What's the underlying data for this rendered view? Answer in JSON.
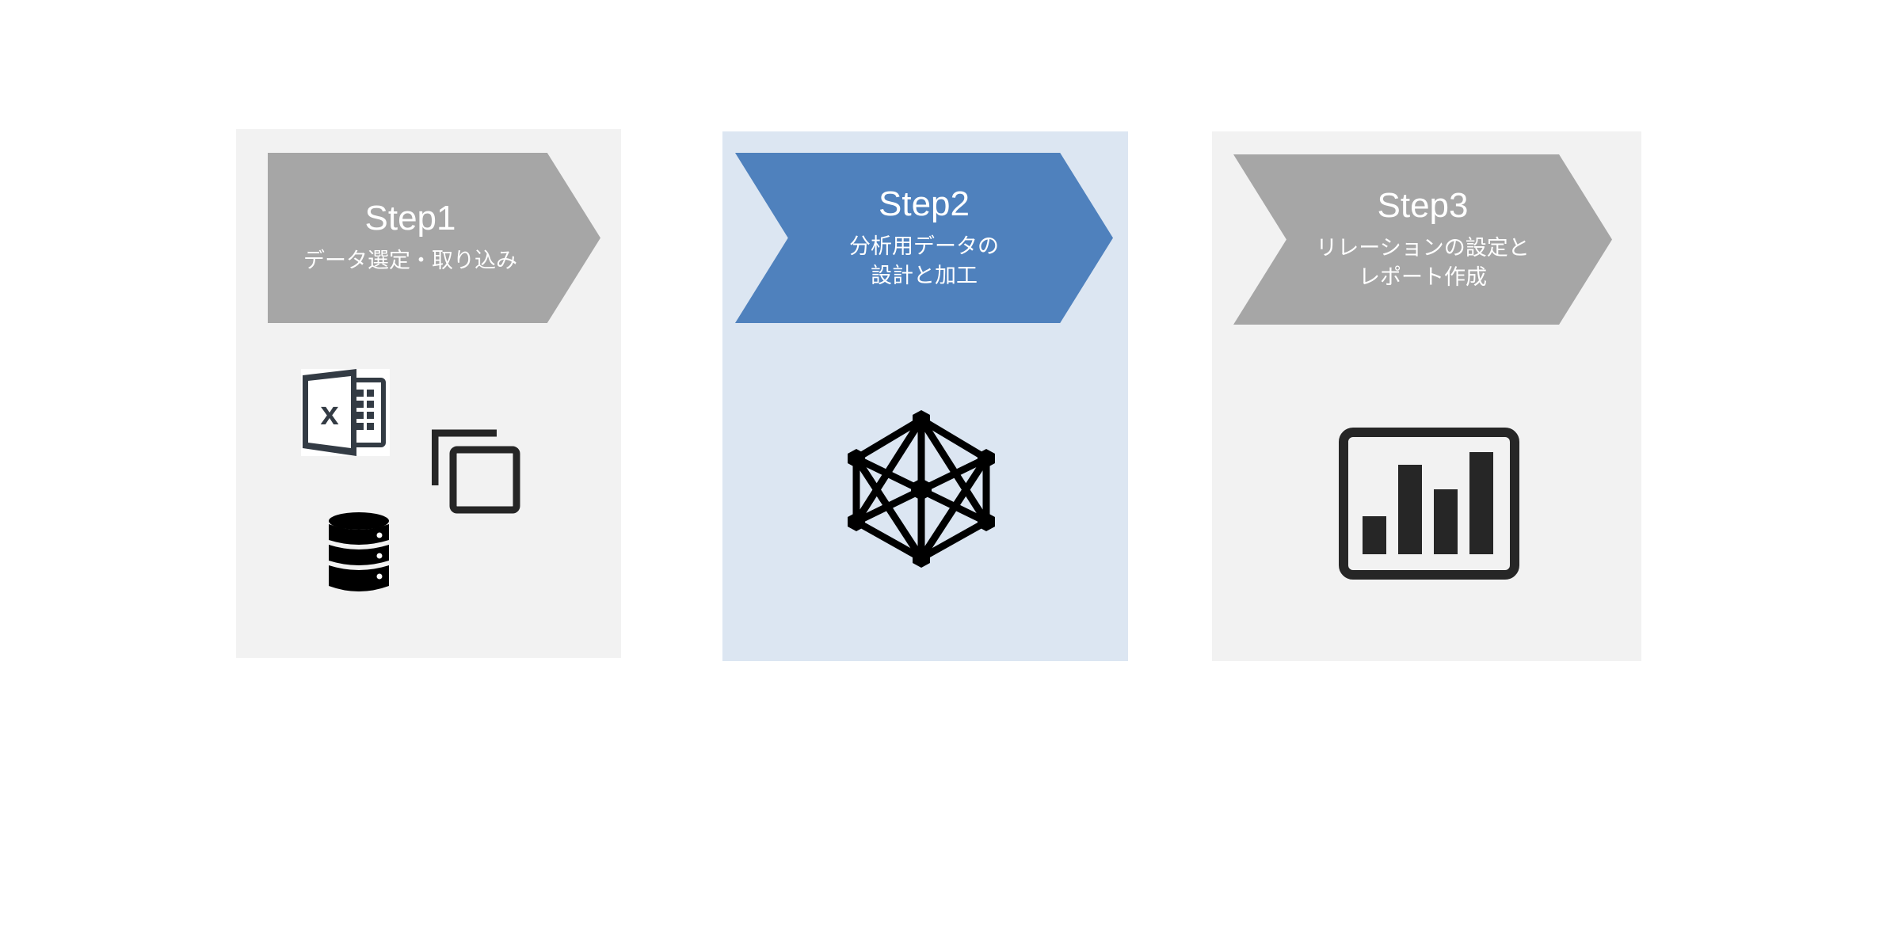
{
  "steps": [
    {
      "title": "Step1",
      "description": "データ選定・取り込み",
      "icons": [
        "excel-icon",
        "copy-icon",
        "database-icon"
      ]
    },
    {
      "title": "Step2",
      "description": "分析用データの\n設計と加工",
      "icons": [
        "network-icon"
      ],
      "highlighted": true
    },
    {
      "title": "Step3",
      "description": "リレーションの設定と\nレポート作成",
      "icons": [
        "bar-chart-icon"
      ]
    }
  ],
  "colors": {
    "panel_gray": "#f2f2f2",
    "panel_blue": "#dce6f2",
    "chevron_gray": "#a6a6a6",
    "chevron_blue": "#4f81bd",
    "icon_dark": "#262626",
    "excel_icon": "#333b44"
  }
}
